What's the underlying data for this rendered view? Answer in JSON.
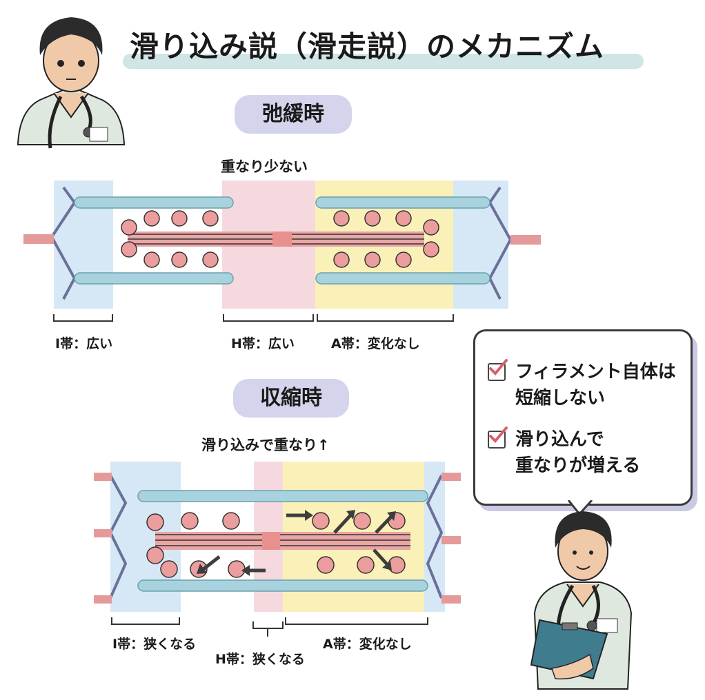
{
  "title": "滑り込み説（滑走説）のメカニズム",
  "relaxed": {
    "label": "弛緩時",
    "caption": "重なり少ない",
    "bands": {
      "i_band": "I帯：広い",
      "h_band": "H帯：広い",
      "a_band": "A帯：変化なし"
    }
  },
  "contracted": {
    "label": "収縮時",
    "caption": "滑り込みで重なり↑",
    "bands": {
      "i_band": "I帯：狭くなる",
      "h_band": "H帯：狭くなる",
      "a_band": "A帯：変化なし"
    }
  },
  "speech_bubble": {
    "points": [
      {
        "icon": "checkbox-checked-icon",
        "text": "フィラメント自体は\n短縮しない"
      },
      {
        "icon": "checkbox-checked-icon",
        "text": "滑り込んで\n重なりが増える"
      }
    ]
  },
  "colors": {
    "i_band": "#d6e8f5",
    "h_band": "#f6d9df",
    "a_band": "#f9f1b8",
    "actin": "#a8d3de",
    "myosin": "#e59a9a",
    "z_line": "#6b6f9a",
    "pill": "#d4d4ec",
    "title_bar": "#cfe5e6",
    "check": "#d9606a"
  },
  "characters": [
    {
      "name": "nurse-character-top",
      "icon": "nurse-avatar-icon"
    },
    {
      "name": "nurse-character-bottom",
      "icon": "nurse-with-clipboard-icon"
    }
  ]
}
